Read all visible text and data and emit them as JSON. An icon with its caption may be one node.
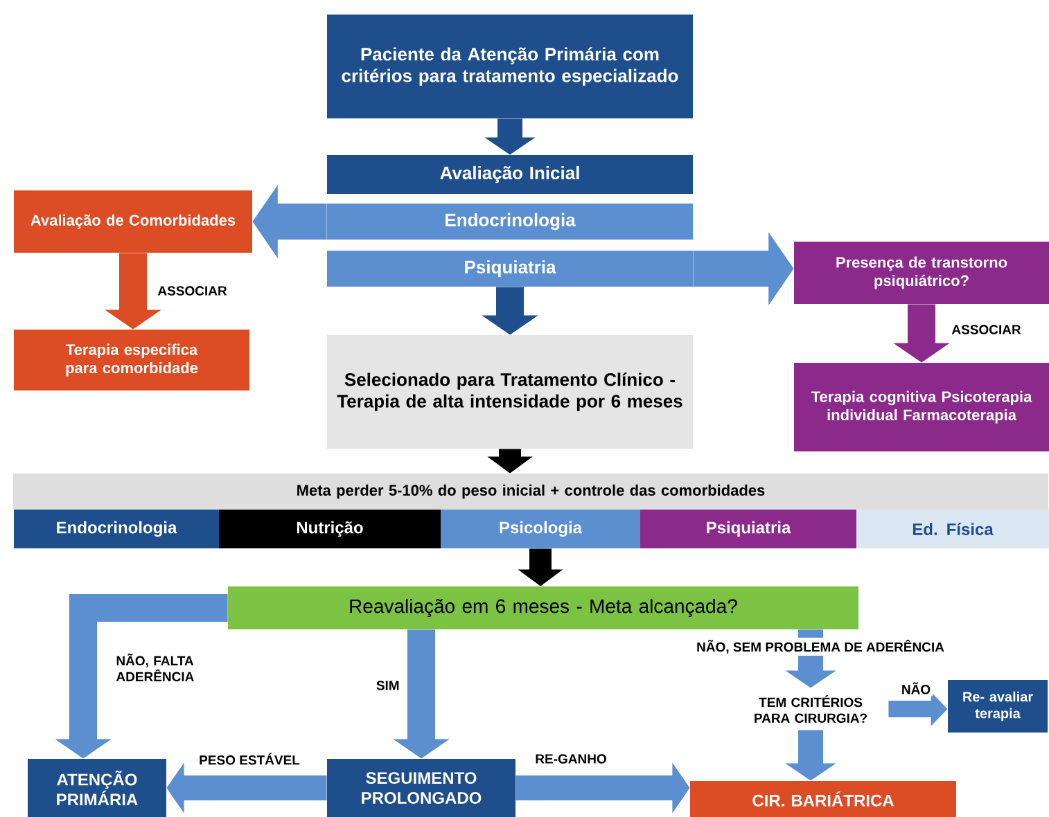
{
  "diagram": {
    "nodes": [
      {
        "text": [
          "Paciente da Atenção Primária com critérios para tratamento especializado"
        ]
      },
      {
        "text": [
          "Avaliação Inicial"
        ]
      },
      {
        "text": [
          "Endocrinologia"
        ]
      },
      {
        "text": [
          "Psiquiatria"
        ]
      },
      {
        "text": [
          "Avaliação de Comorbidades"
        ]
      },
      {
        "text": [
          "Terapia especifica para comorbidade"
        ]
      },
      {
        "text": [
          "Selecionado para Tratamento Clínico - Terapia de alta intensidade por 6 meses"
        ]
      },
      {
        "text": [
          "Presença de transtorno psiquiátrico?"
        ]
      },
      {
        "text": [
          "Terapia cognitiva Psicoterapia individual Farmacoterapia"
        ]
      },
      {
        "text": [
          "Meta perder 5-10% do peso inicial  + controle das comorbidades"
        ]
      },
      {
        "text": [
          "Endocrinologia"
        ]
      },
      {
        "text": [
          "Nutrição"
        ]
      },
      {
        "text": [
          "Psicologia"
        ]
      },
      {
        "text": [
          "Psiquiatria"
        ]
      },
      {
        "text": [
          "Ed. Física"
        ]
      },
      {
        "text": [
          "Reavaliação em 6 meses - Meta alcançada?"
        ]
      },
      {
        "text": [
          "ATENÇÃO PRIMÁRIA"
        ]
      },
      {
        "text": [
          "SEGUIMENTO PROLONGADO"
        ]
      },
      {
        "text": [
          "CIR. BARIÁTRICA"
        ]
      },
      {
        "text": [
          "Re- avaliar terapia"
        ]
      },
      {
        "text": [
          "TEM CRITÉRIOS PARA CIRURGIA?"
        ]
      }
    ],
    "edges": [
      {
        "from": 0,
        "to": 1,
        "arrow": "to",
        "color": "#1f4e8c"
      },
      {
        "from": 2,
        "to": 4,
        "arrow": "to"
      },
      {
        "from": 3,
        "to": 7,
        "arrow": "to"
      },
      {
        "from": 3,
        "to": 6,
        "arrow": "to",
        "color": "#1f4e8c"
      },
      {
        "from": 4,
        "to": 5,
        "arrow": "to",
        "label": "ASSOCIAR",
        "color": "#dc4d26"
      },
      {
        "from": 7,
        "to": 8,
        "arrow": "to",
        "label": "ASSOCIAR",
        "color": "#8c2a8c"
      },
      {
        "from": 6,
        "to": 9,
        "arrow": "to",
        "color": "#000000"
      },
      {
        "from": 12,
        "to": 15,
        "arrow": "to",
        "color": "#000000"
      },
      {
        "from": 15,
        "to": 16,
        "arrow": "to",
        "label": "NÃO, FALTA ADERÊNCIA"
      },
      {
        "from": 15,
        "to": 17,
        "arrow": "to",
        "label": "SIM"
      },
      {
        "from": 15,
        "to": 20,
        "arrow": "to",
        "label": "NÃO, SEM PROBLEMA DE ADERÊNCIA"
      },
      {
        "from": 20,
        "to": 18,
        "arrow": "to"
      },
      {
        "from": 20,
        "to": 19,
        "arrow": "to",
        "label": "NÃO"
      },
      {
        "from": 17,
        "to": 16,
        "arrow": "to",
        "label": "PESO ESTÁVEL"
      },
      {
        "from": 17,
        "to": 18,
        "arrow": "to",
        "label": "RE-GANHO"
      }
    ]
  }
}
